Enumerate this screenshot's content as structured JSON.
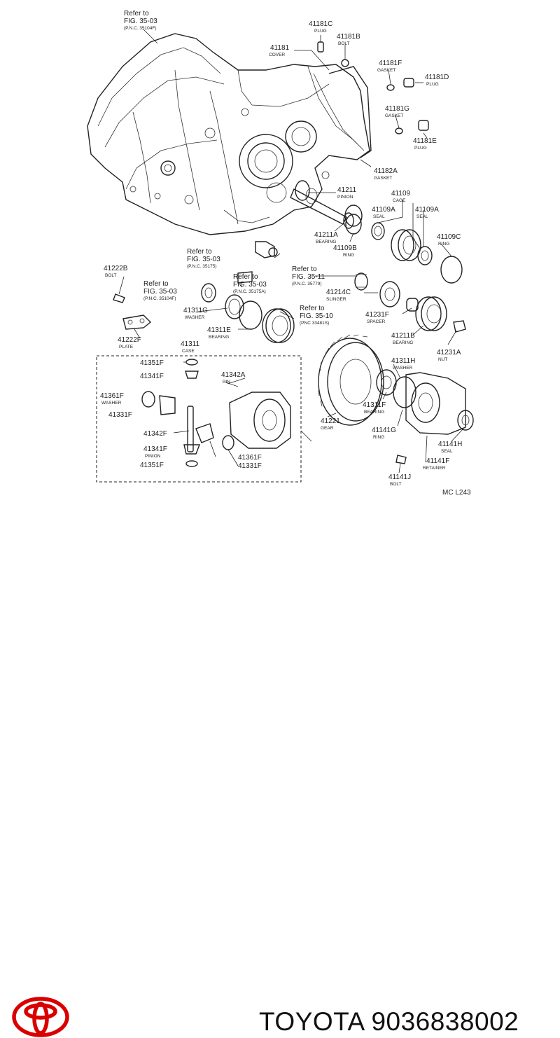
{
  "diagram": {
    "refs": {
      "r1": {
        "line1": "Refer to",
        "line2": "FIG. 35-03",
        "line3": "(P.N.C. 35104F)"
      },
      "r2": {
        "line1": "Refer to",
        "line2": "FIG. 35-03",
        "line3": "(P.N.C. 35175)"
      },
      "r3": {
        "line1": "Refer to",
        "line2": "FIG. 35-03",
        "line3": "(P.N.C. 35175A)"
      },
      "r4": {
        "line1": "Refer to",
        "line2": "FIG. 35-03",
        "line3": "(P.N.C. 35104F)"
      },
      "r5": {
        "line1": "Refer to",
        "line2": "FIG. 35-11",
        "line3": "(P.N.C. 35779)"
      },
      "r6": {
        "line1": "Refer to",
        "line2": "FIG. 35-10",
        "line3": "(PNC 33481S)"
      }
    },
    "labels": {
      "p41181c": {
        "num": "41181C",
        "name": "PLUG"
      },
      "p41181b": {
        "num": "41181B",
        "name": "BOLT"
      },
      "p41181": {
        "num": "41181",
        "name": "COVER"
      },
      "p41181f": {
        "num": "41181F",
        "name": "GASKET"
      },
      "p41181d": {
        "num": "41181D",
        "name": "PLUG"
      },
      "p41181g": {
        "num": "41181G",
        "name": "GASKET"
      },
      "p41181e": {
        "num": "41181E",
        "name": "PLUG"
      },
      "p41182a": {
        "num": "41182A",
        "name": "GASKET"
      },
      "p41211": {
        "num": "41211",
        "name": "PINION"
      },
      "p41109": {
        "num": "41109",
        "name": "CAGE"
      },
      "p41109a1": {
        "num": "41109A",
        "name": "SEAL"
      },
      "p41109a2": {
        "num": "41109A",
        "name": "SEAL"
      },
      "p41211a": {
        "num": "41211A",
        "name": "BEARING"
      },
      "p41109b": {
        "num": "41109B",
        "name": "RING"
      },
      "p41109c": {
        "num": "41109C",
        "name": "RING"
      },
      "p41222b": {
        "num": "41222B",
        "name": "BOLT"
      },
      "p41214c": {
        "num": "41214C",
        "name": "SLINGER"
      },
      "p41311g": {
        "num": "41311G",
        "name": "WASHER"
      },
      "p41311e": {
        "num": "41311E",
        "name": "BEARING"
      },
      "p41231f": {
        "num": "41231F",
        "name": "SPACER"
      },
      "p41222f": {
        "num": "41222F",
        "name": "PLATE"
      },
      "p41211b": {
        "num": "41211B",
        "name": "BEARING"
      },
      "p41231a": {
        "num": "41231A",
        "name": "NUT"
      },
      "p41311": {
        "num": "41311",
        "name": "CASE"
      },
      "p41311h": {
        "num": "41311H",
        "name": "WASHER"
      },
      "p41351f1": {
        "num": "41351F",
        "name": ""
      },
      "p41342a": {
        "num": "41342A",
        "name": "PIN"
      },
      "p41341f1": {
        "num": "41341F",
        "name": ""
      },
      "p41361f1": {
        "num": "41361F",
        "name": "WASHER"
      },
      "p41331f1": {
        "num": "41331F",
        "name": ""
      },
      "p41311f": {
        "num": "41311F",
        "name": "BEARING"
      },
      "p41221": {
        "num": "41221",
        "name": "GEAR"
      },
      "p41141g": {
        "num": "41141G",
        "name": "RING"
      },
      "p41342f": {
        "num": "41342F",
        "name": ""
      },
      "p41141h": {
        "num": "41141H",
        "name": "SEAL"
      },
      "p41341f2": {
        "num": "41341F",
        "name": "PINION"
      },
      "p41361f2": {
        "num": "41361F",
        "name": ""
      },
      "p41351f2": {
        "num": "41351F",
        "name": ""
      },
      "p41331f2": {
        "num": "41331F",
        "name": ""
      },
      "p41141f": {
        "num": "41141F",
        "name": "RETAINER"
      },
      "p41141j": {
        "num": "41141J",
        "name": "BOLT"
      }
    },
    "code": "MC L243"
  },
  "footer": {
    "brand_part": "TOYOTA 9036838002",
    "logo_color": "#d90000"
  }
}
